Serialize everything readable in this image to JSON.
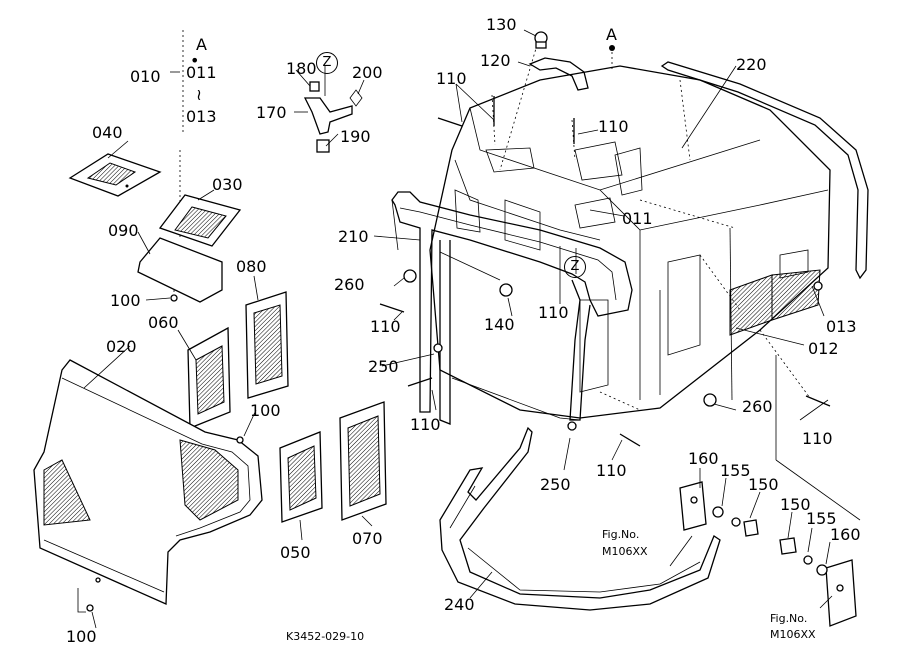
{
  "labels": {
    "l010": "010",
    "a_index": "A",
    "dot": "•",
    "l011_index": "011",
    "tilde": "≀",
    "l013_index": "013",
    "l180": "180",
    "z": "Z",
    "l200": "200",
    "l170": "170",
    "l190": "190",
    "l130": "130",
    "a_cabin": "A",
    "l120": "120",
    "l110": "110",
    "l220": "220",
    "l040": "040",
    "l030": "030",
    "l090": "090",
    "l080": "080",
    "l100": "100",
    "l060": "060",
    "l020": "020",
    "l050": "050",
    "l070": "070",
    "l210": "210",
    "l260": "260",
    "l250": "250",
    "l140": "140",
    "l011": "011",
    "l013": "013",
    "l012": "012",
    "l160": "160",
    "l155": "155",
    "l150": "150",
    "fig_no": "Fig.No.",
    "fig_code": "M106XX",
    "l240": "240",
    "drawing_no": "K3452-029-10"
  }
}
